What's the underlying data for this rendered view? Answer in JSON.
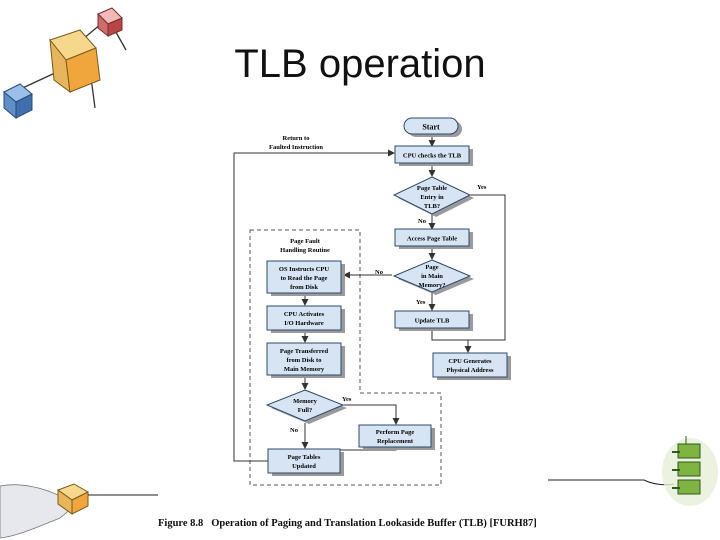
{
  "slide": {
    "title": "TLB operation"
  },
  "flowchart": {
    "start": "Start",
    "return_label": [
      "Return to",
      "Faulted Instruction"
    ],
    "cpu_checks": "CPU checks the TLB",
    "pte_in_tlb": [
      "Page Table",
      "Entry in",
      "TLB?"
    ],
    "yes_1": "Yes",
    "no_1": "No",
    "access_page_table": "Access Page Table",
    "page_in_main": [
      "Page",
      "in Main",
      "Memory?"
    ],
    "no_2": "No",
    "yes_2": "Yes",
    "update_tlb": "Update TLB",
    "cpu_generates": [
      "CPU Generates",
      "Physical Address"
    ],
    "fault_routine": [
      "Page Fault",
      "Handling Routine"
    ],
    "os_instructs": [
      "OS Instructs CPU",
      "to Read the Page",
      "from Disk"
    ],
    "cpu_activates": [
      "CPU Activates",
      "I/O Hardware"
    ],
    "page_transferred": [
      "Page Transferred",
      "from Disk to",
      "Main Memory"
    ],
    "memory_full": [
      "Memory",
      "Full?"
    ],
    "yes_3": "Yes",
    "no_3": "No",
    "perform_replacement": [
      "Perform Page",
      "Replacement"
    ],
    "page_tables_updated": [
      "Page Tables",
      "Updated"
    ]
  },
  "caption": {
    "figure": "Figure 8.8",
    "text": "Operation of Paging and Translation Lookaside Buffer (TLB) [FURH87]"
  },
  "colors": {
    "box_fill": "#d6e4f4",
    "box_stroke": "#2f4a6a",
    "shadow": "#9a9a9a",
    "line": "#333333"
  },
  "decorations": [
    "cube-cluster-icon",
    "hand-with-cube-icon",
    "stacked-blocks-icon"
  ]
}
